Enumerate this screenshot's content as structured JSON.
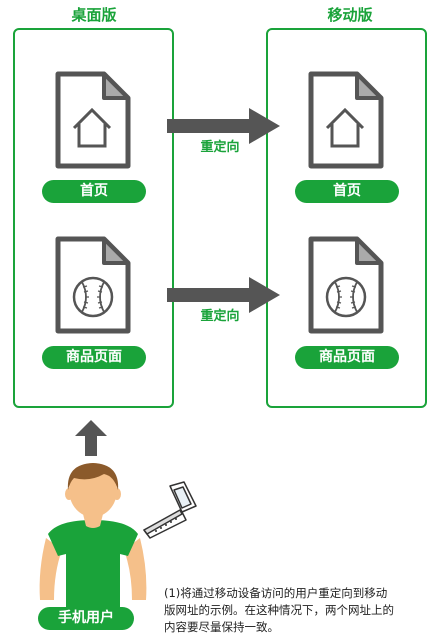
{
  "desktop": {
    "title": "桌面版",
    "home_label": "首页",
    "product_label": "商品页面"
  },
  "mobile": {
    "title": "移动版",
    "home_label": "首页",
    "product_label": "商品页面"
  },
  "arrows": {
    "redirect_label_1": "重定向",
    "redirect_label_2": "重定向"
  },
  "user": {
    "label": "手机用户"
  },
  "caption": {
    "line1": "(1)将通过移动设备访问的用户重定向到移动",
    "line2": "版网址的示例。在这种情况下，两个网址上的",
    "line3": "内容要尽量保持一致。"
  },
  "colors": {
    "accent_green": "#1aa33a",
    "arrow_gray": "#555555",
    "skin": "#f5c08a",
    "hair": "#8b5a2b"
  }
}
